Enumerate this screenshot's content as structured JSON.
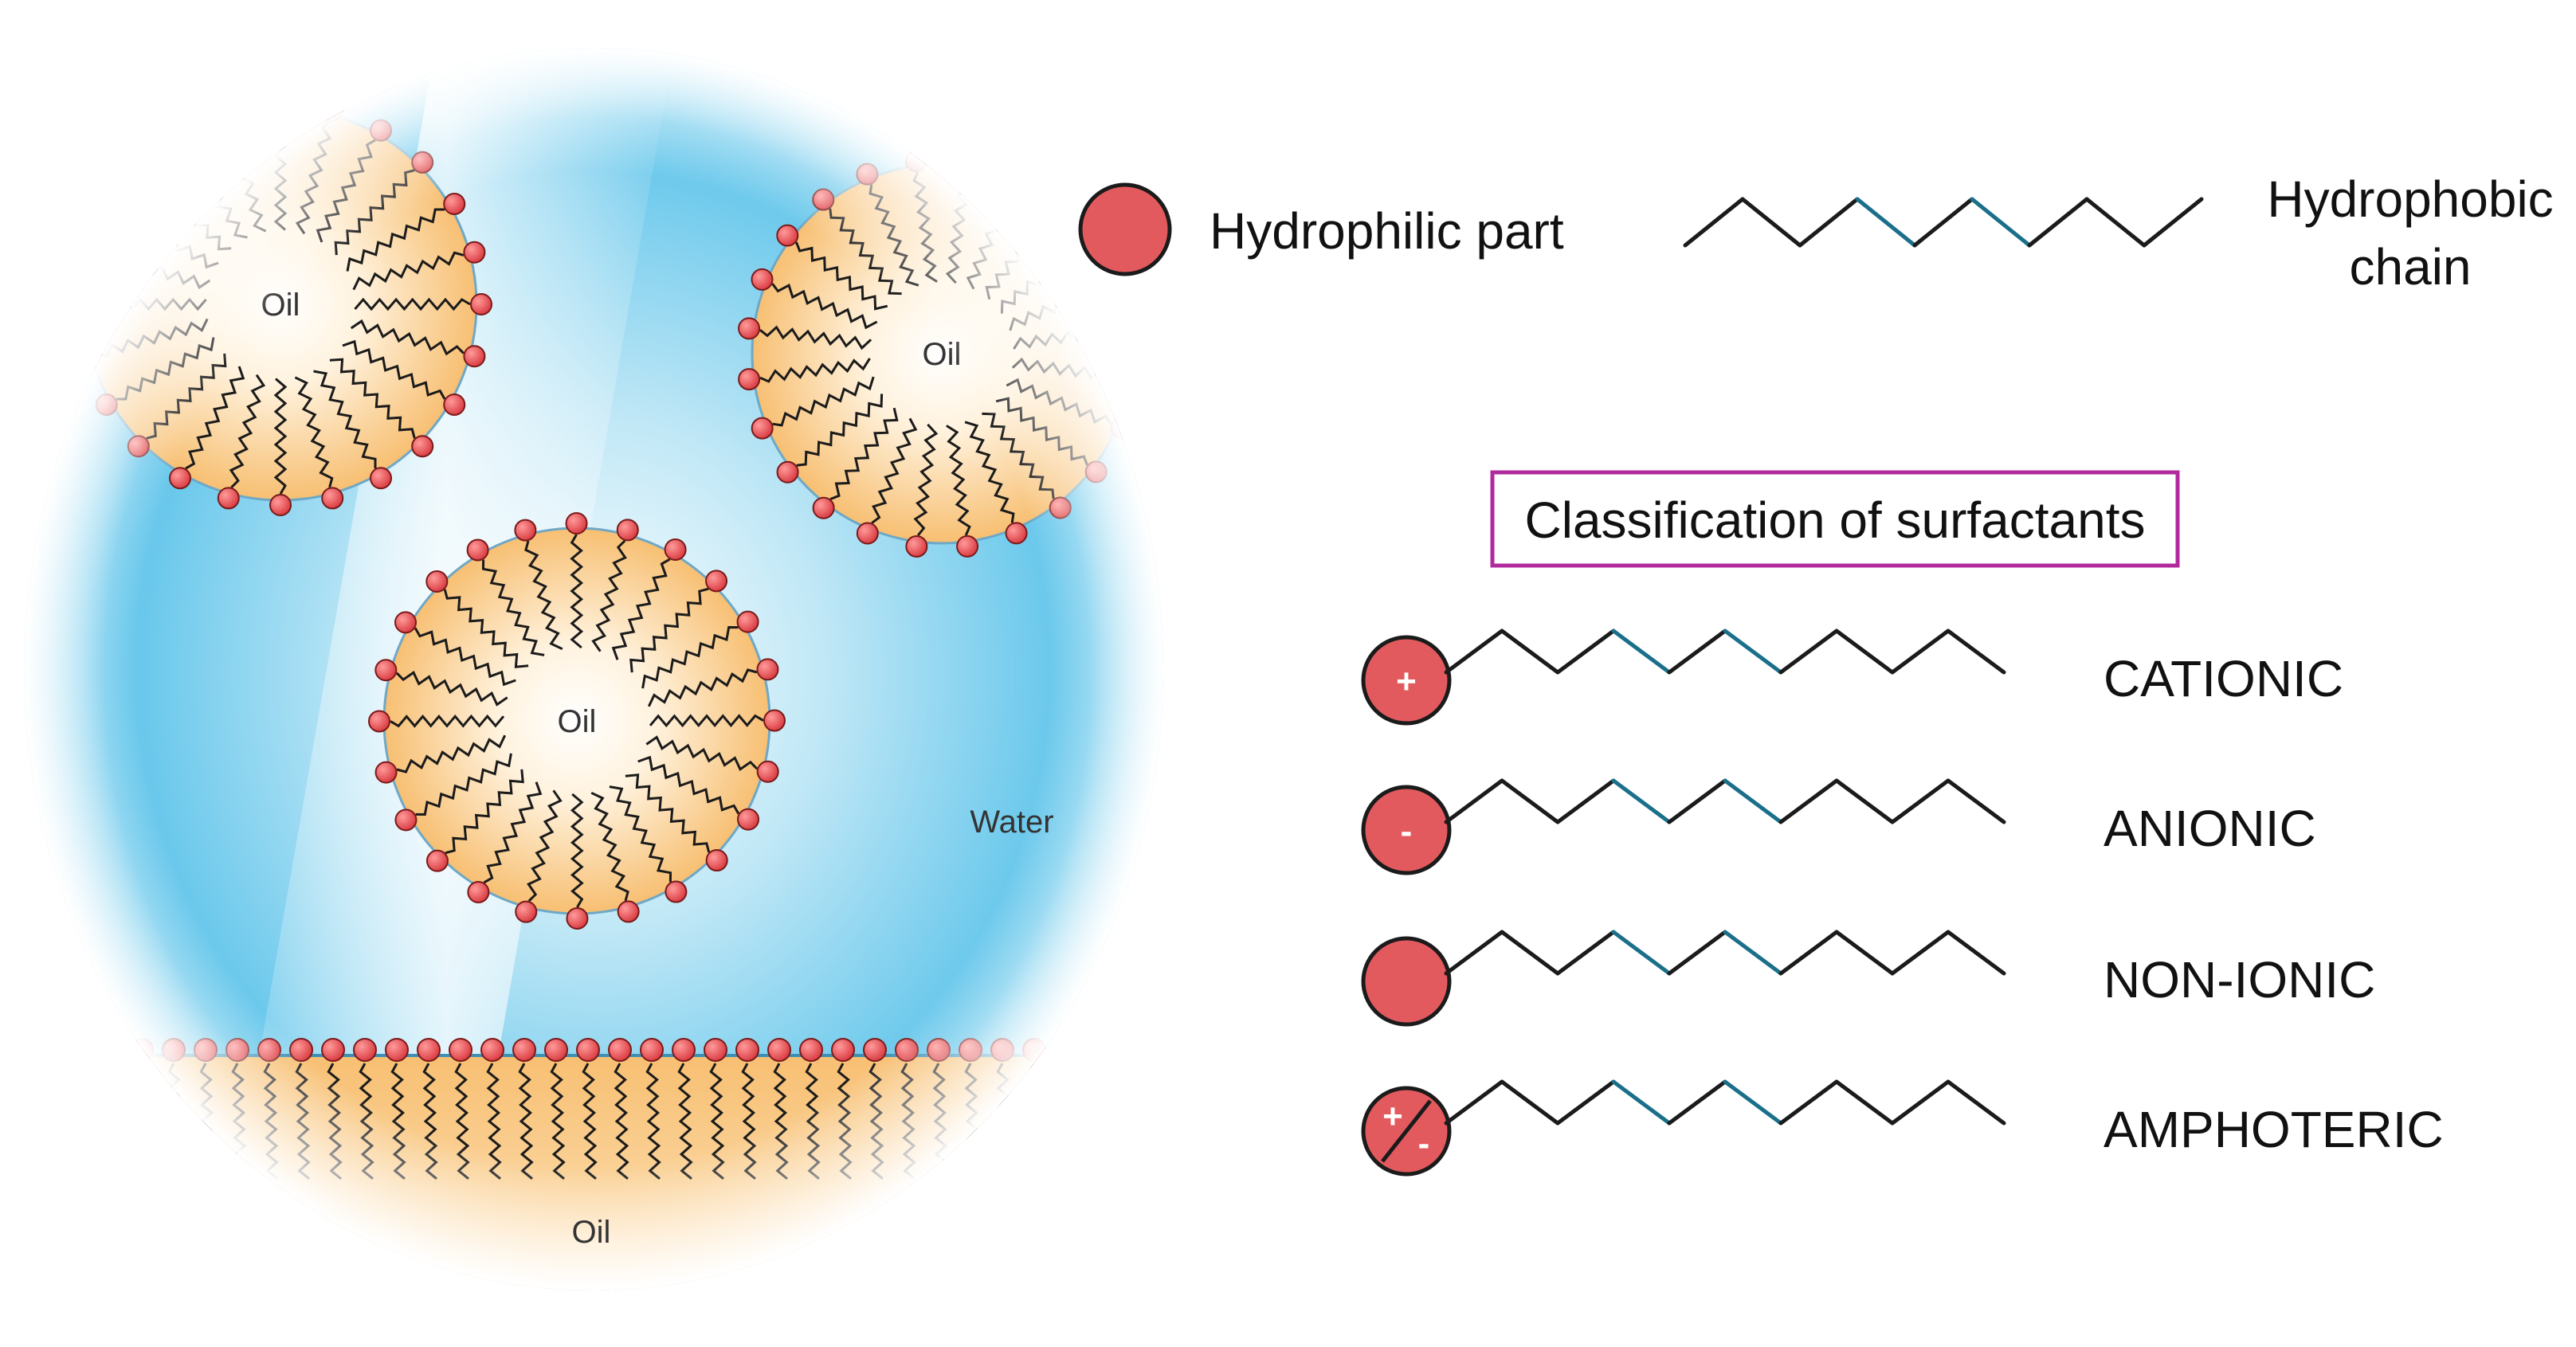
{
  "colors": {
    "water": "#5cc3ea",
    "oil": "#f9c57c",
    "oil_center": "#fff6e8",
    "head": "#e35a5e",
    "head_stroke": "#1b1b1b",
    "chain": "#1b1b1b",
    "chain_accent": "#1a6f8a",
    "box_border": "#b02a9d"
  },
  "illustration": {
    "droplets": [
      {
        "label": "Oil"
      },
      {
        "label": "Oil"
      },
      {
        "label": "Oil"
      }
    ],
    "water_label": "Water",
    "bottom_oil_label": "Oil"
  },
  "legend": {
    "hydrophilic_label": "Hydrophilic part",
    "hydrophobic_label_line1": "Hydrophobic",
    "hydrophobic_label_line2": "chain"
  },
  "classification": {
    "title": "Classification of surfactants",
    "items": [
      {
        "name": "CATIONIC",
        "sign": "+",
        "icon": "plus-sign"
      },
      {
        "name": "ANIONIC",
        "sign": "-",
        "icon": "minus-sign"
      },
      {
        "name": "NON-IONIC",
        "sign": "",
        "icon": "no-charge"
      },
      {
        "name": "AMPHOTERIC",
        "sign": "+/-",
        "icon": "plus-minus-split"
      }
    ]
  }
}
